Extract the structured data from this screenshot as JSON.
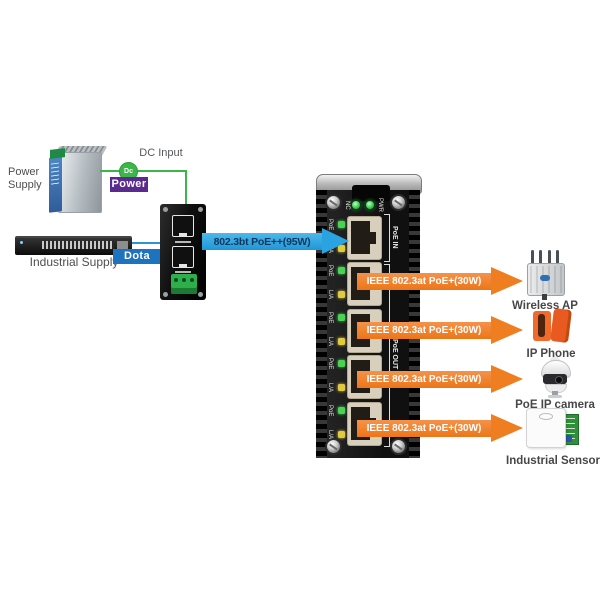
{
  "labels": {
    "power_supply": "Power Supply",
    "industrial_supply": "Industrial Supply",
    "dc_input": "DC Input",
    "dc_badge": "Dc",
    "power_tag": "Power",
    "data_tag": "Dota",
    "uplink": "802.3bt PoE++(95W)"
  },
  "switch": {
    "led_nc": "NC",
    "led_pwr": "PWR",
    "poe_in": "PoE IN",
    "poe_out": "PoE OUT",
    "ports": [
      {
        "poe": "PoE",
        "la": "L/A"
      },
      {
        "poe": "PoE",
        "la": "L/A"
      },
      {
        "poe": "PoE",
        "la": "L/A"
      },
      {
        "poe": "PoE",
        "la": "L/A"
      },
      {
        "poe": "PoE",
        "la": "L/A"
      }
    ]
  },
  "flows": [
    {
      "label": "IEEE 802.3at PoE+(30W)",
      "device": "Wireless AP"
    },
    {
      "label": "IEEE 802.3at PoE+(30W)",
      "device": "IP Phone"
    },
    {
      "label": "IEEE 802.3at PoE+(30W)",
      "device": "PoE IP camera"
    },
    {
      "label": "IEEE 802.3at PoE+(30W)",
      "device": "Industrial Sensor"
    }
  ],
  "colors": {
    "power_line_green": "#3cb54a",
    "power_badge_purple": "#5b2a8e",
    "data_badge_blue": "#1e73be",
    "uplink_arrow_blue": "#29a4e1",
    "uplink_text_navy": "#10365e",
    "flow_arrow_orange": "#ee7e1f",
    "label_gray": "#4f4f4f"
  }
}
